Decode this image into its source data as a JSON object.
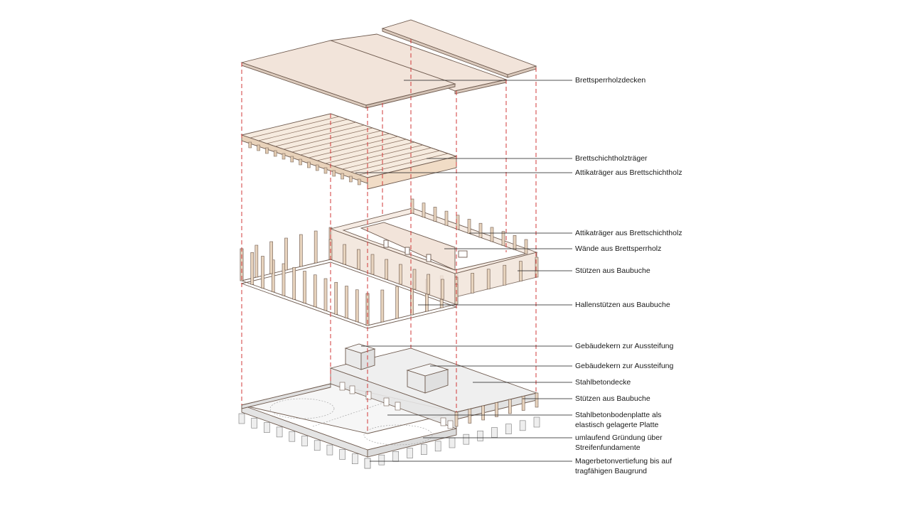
{
  "labels": [
    {
      "id": "brettsperrholzdecken",
      "lines": [
        "Brettsperrholzdecken"
      ]
    },
    {
      "id": "brettschichtholztraeger",
      "lines": [
        "Brettschichtholzträger"
      ]
    },
    {
      "id": "attikatraeger-1",
      "lines": [
        "Attikaträger aus Brettschichtholz"
      ]
    },
    {
      "id": "attikatraeger-2",
      "lines": [
        "Attikaträger aus Brettschichtholz"
      ]
    },
    {
      "id": "waende",
      "lines": [
        "Wände aus Brettsperrholz"
      ]
    },
    {
      "id": "stuetzen-1",
      "lines": [
        "Stützen aus Baubuche"
      ]
    },
    {
      "id": "hallenstuetzen",
      "lines": [
        "Hallenstützen aus Baubuche"
      ]
    },
    {
      "id": "gebaeudekern-1",
      "lines": [
        "Gebäudekern zur Aussteifung"
      ]
    },
    {
      "id": "gebaeudekern-2",
      "lines": [
        "Gebäudekern zur Aussteifung"
      ]
    },
    {
      "id": "stahlbetondecke",
      "lines": [
        "Stahlbetondecke"
      ]
    },
    {
      "id": "stuetzen-2",
      "lines": [
        "Stützen aus Baubuche"
      ]
    },
    {
      "id": "bodenplatte",
      "lines": [
        "Stahlbetonbodenplatte als",
        "elastisch gelagerte Platte"
      ]
    },
    {
      "id": "gruendung",
      "lines": [
        "umlaufend Gründung über",
        "Streifenfundamente"
      ]
    },
    {
      "id": "magerbeton",
      "lines": [
        "Magerbetonvertiefung bis auf",
        "tragfähigen Baugrund"
      ]
    }
  ],
  "colors": {
    "timber_panel": "#f2e4da",
    "glulam": "#f1dcc6",
    "concrete": "#ededed",
    "projection_line": "#d23a3a",
    "edge": "#6e5a4e",
    "text": "#1a1a1a"
  }
}
